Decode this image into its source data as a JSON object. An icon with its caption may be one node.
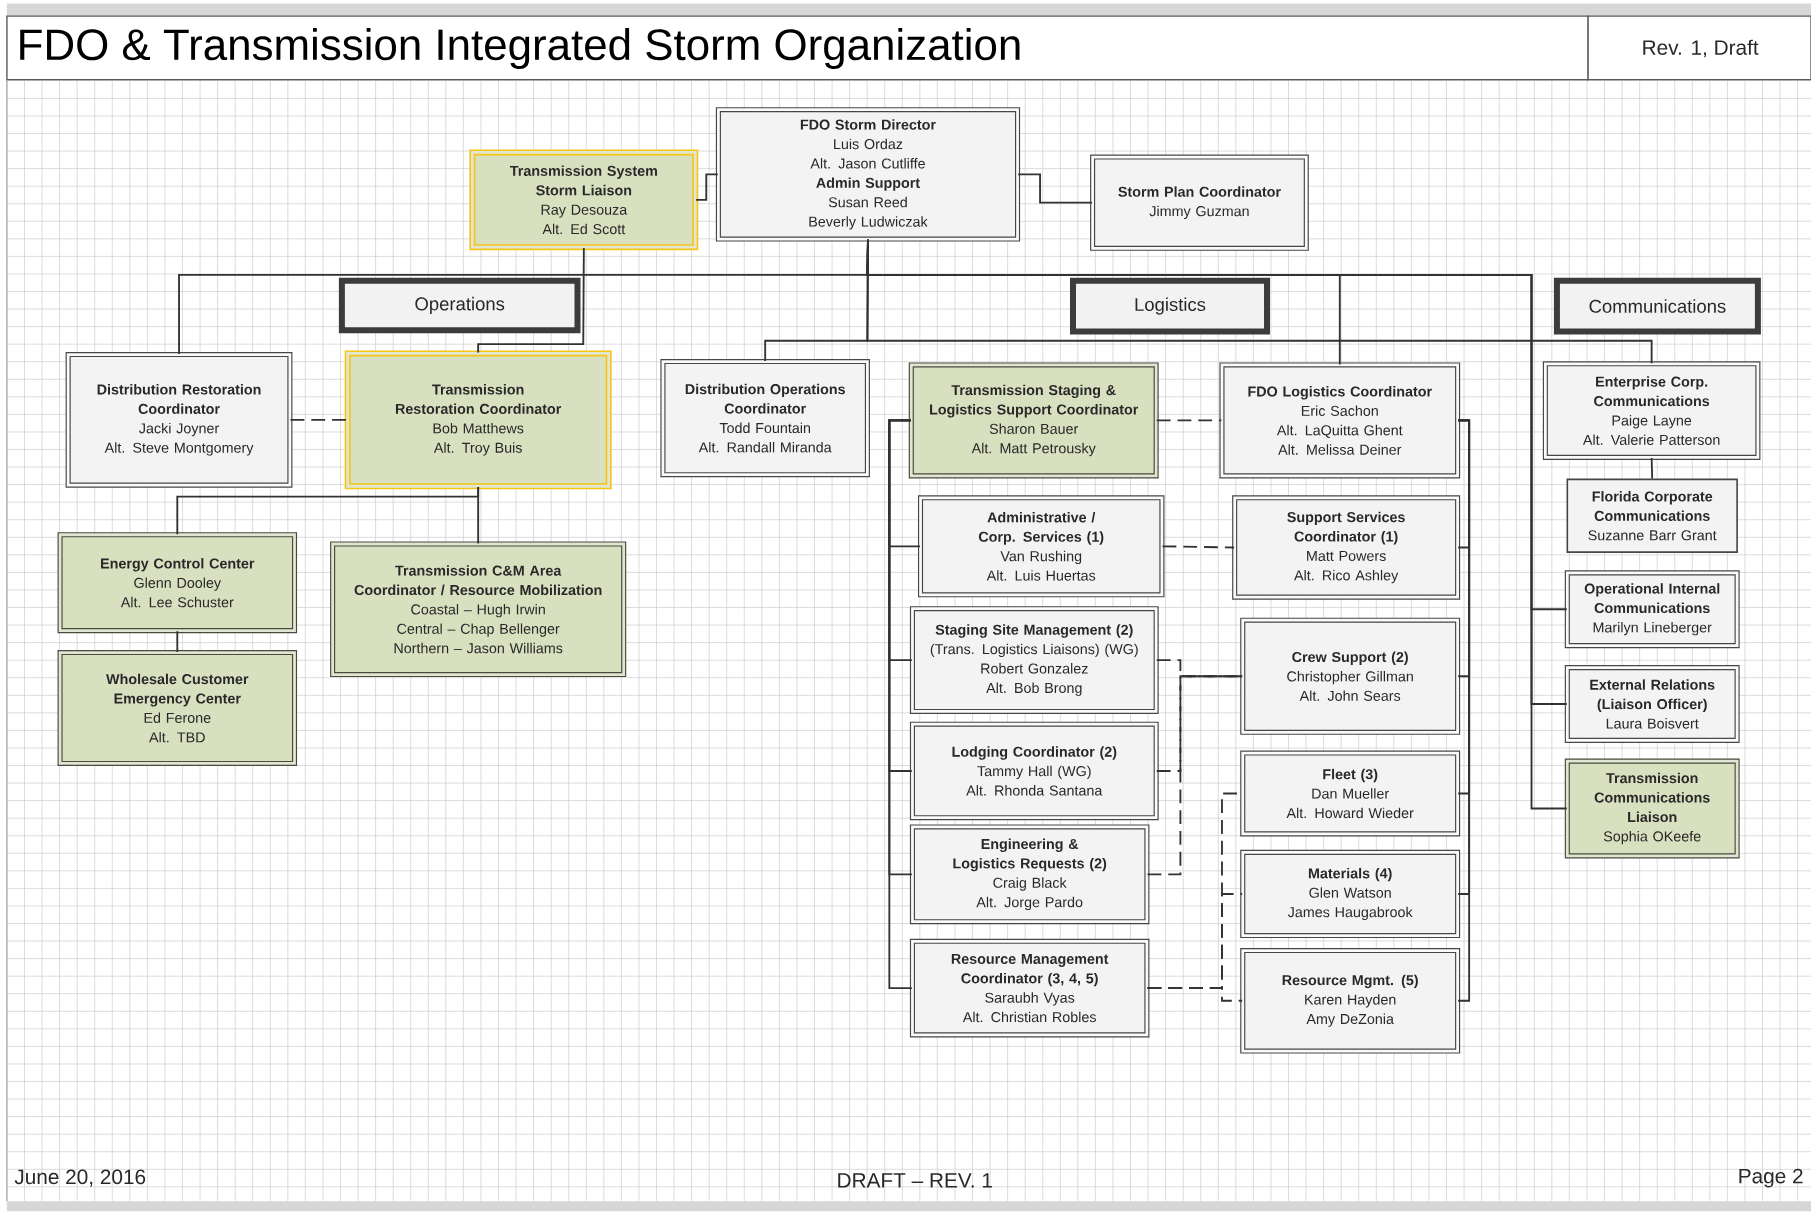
{
  "diagram": {
    "title": "FDO & Transmission Integrated Storm Organization",
    "nodes": [
      {
        "text": [
          "FDO Storm Director",
          "Luis Ordaz",
          "Alt. Jason Cutliffe",
          "Admin Support",
          "Susan Reed",
          "Beverly Ludwiczak"
        ]
      },
      {
        "text": [
          "Transmission System Storm Liaison",
          "Ray Desouza",
          "Alt. Ed Scott"
        ]
      },
      {
        "text": [
          "Storm Plan Coordinator",
          "Jimmy Guzman"
        ]
      },
      {
        "text": [
          "Operations"
        ]
      },
      {
        "text": [
          "Logistics"
        ]
      },
      {
        "text": [
          "Communications"
        ]
      },
      {
        "text": [
          "Distribution Restoration Coordinator",
          "Jacki Joyner",
          "Alt. Steve Montgomery"
        ]
      },
      {
        "text": [
          "Transmission Restoration Coordinator",
          "Bob Matthews",
          "Alt. Troy Buis"
        ]
      },
      {
        "text": [
          "Distribution Operations Coordinator",
          "Todd Fountain",
          "Alt. Randall Miranda"
        ]
      },
      {
        "text": [
          "Transmission Staging & Logistics Support Coordinator",
          "Sharon Bauer",
          "Alt. Matt Petrousky"
        ]
      },
      {
        "text": [
          "FDO Logistics Coordinator",
          "Eric Sachon",
          "Alt. LaQuitta Ghent",
          "Alt. Melissa Deiner"
        ]
      },
      {
        "text": [
          "Enterprise Corp. Communications",
          "Paige Layne",
          "Alt. Valerie Patterson"
        ]
      },
      {
        "text": [
          "Florida Corporate Communications",
          "Suzanne Barr Grant"
        ]
      },
      {
        "text": [
          "Energy Control Center",
          "Glenn Dooley",
          "Alt. Lee Schuster"
        ]
      },
      {
        "text": [
          "Wholesale Customer Emergency Center",
          "Ed Ferone",
          "Alt. TBD"
        ]
      },
      {
        "text": [
          "Transmission C&M Area Coordinator / Resource Mobilization",
          "Coastal – Hugh Irwin",
          "Central – Chap Bellenger",
          "Northern – Jason Williams"
        ]
      },
      {
        "text": [
          "Administrative / Corp. Services (1)",
          "Van Rushing",
          "Alt. Luis Huertas"
        ]
      },
      {
        "text": [
          "Support Services Coordinator (1)",
          "Matt Powers",
          "Alt. Rico Ashley"
        ]
      },
      {
        "text": [
          "Operational Internal Communications",
          "Marilyn Lineberger"
        ]
      },
      {
        "text": [
          "Staging Site Management (2)",
          "(Trans. Logistics Liaisons) (WG)",
          "Robert Gonzalez",
          "Alt. Bob Brong"
        ]
      },
      {
        "text": [
          "Crew Support (2)",
          "Christopher Gillman",
          "Alt. John Sears"
        ]
      },
      {
        "text": [
          "External Relations (Liaison Officer)",
          "Laura Boisvert"
        ]
      },
      {
        "text": [
          "Lodging Coordinator (2)",
          "Tammy Hall (WG)",
          "Alt. Rhonda Santana"
        ]
      },
      {
        "text": [
          "Fleet (3)",
          "Dan Mueller",
          "Alt. Howard Wieder"
        ]
      },
      {
        "text": [
          "Transmission Communications Liaison",
          "Sophia OKeefe"
        ]
      },
      {
        "text": [
          "Engineering & Logistics Requests (2)",
          "Craig Black",
          "Alt. Jorge Pardo"
        ]
      },
      {
        "text": [
          "Materials (4)",
          "Glen Watson",
          "James Haugabrook"
        ]
      },
      {
        "text": [
          "Resource Management Coordinator (3, 4, 5)",
          "Saraubh Vyas",
          "Alt. Christian Robles"
        ]
      },
      {
        "text": [
          "Resource Mgmt. (5)",
          "Karen Hayden",
          "Amy DeZonia"
        ]
      }
    ],
    "edges": [
      {
        "from": 0,
        "to": 1,
        "arrow": "none"
      },
      {
        "from": 0,
        "to": 2,
        "arrow": "none"
      },
      {
        "from": 0,
        "to": 6,
        "arrow": "none"
      },
      {
        "from": 1,
        "to": 7,
        "arrow": "none"
      },
      {
        "from": 0,
        "to": 8,
        "arrow": "none"
      },
      {
        "from": 0,
        "to": 10,
        "arrow": "none"
      },
      {
        "from": 0,
        "to": 11,
        "arrow": "none"
      },
      {
        "from": 0,
        "to": 18,
        "arrow": "none"
      },
      {
        "from": 0,
        "to": 21,
        "arrow": "none"
      },
      {
        "from": 0,
        "to": 24,
        "arrow": "none"
      },
      {
        "from": 11,
        "to": 12,
        "arrow": "none"
      },
      {
        "from": 6,
        "to": 7,
        "arrow": "none",
        "style": "dashed"
      },
      {
        "from": 7,
        "to": 13,
        "arrow": "none"
      },
      {
        "from": 7,
        "to": 15,
        "arrow": "none"
      },
      {
        "from": 13,
        "to": 14,
        "arrow": "none"
      },
      {
        "from": 9,
        "to": 10,
        "arrow": "none",
        "style": "dashed"
      },
      {
        "from": 9,
        "to": 16,
        "arrow": "none"
      },
      {
        "from": 9,
        "to": 19,
        "arrow": "none"
      },
      {
        "from": 9,
        "to": 22,
        "arrow": "none"
      },
      {
        "from": 9,
        "to": 25,
        "arrow": "none"
      },
      {
        "from": 9,
        "to": 27,
        "arrow": "none"
      },
      {
        "from": 10,
        "to": 17,
        "arrow": "none"
      },
      {
        "from": 10,
        "to": 20,
        "arrow": "none"
      },
      {
        "from": 10,
        "to": 23,
        "arrow": "none"
      },
      {
        "from": 10,
        "to": 26,
        "arrow": "none"
      },
      {
        "from": 10,
        "to": 28,
        "arrow": "none"
      },
      {
        "from": 16,
        "to": 17,
        "arrow": "none",
        "style": "dashed"
      },
      {
        "from": 19,
        "to": 20,
        "arrow": "none",
        "style": "dashed"
      },
      {
        "from": 22,
        "to": 20,
        "arrow": "none",
        "style": "dashed"
      },
      {
        "from": 25,
        "to": 20,
        "arrow": "none",
        "style": "dashed"
      },
      {
        "from": 27,
        "to": 23,
        "arrow": "none",
        "style": "dashed"
      },
      {
        "from": 27,
        "to": 26,
        "arrow": "none",
        "style": "dashed"
      },
      {
        "from": 27,
        "to": 28,
        "arrow": "none",
        "style": "dashed"
      }
    ],
    "labels": [
      "Rev. 1, Draft",
      "June 20, 2016",
      "DRAFT – REV. 1",
      "Page 2"
    ]
  }
}
